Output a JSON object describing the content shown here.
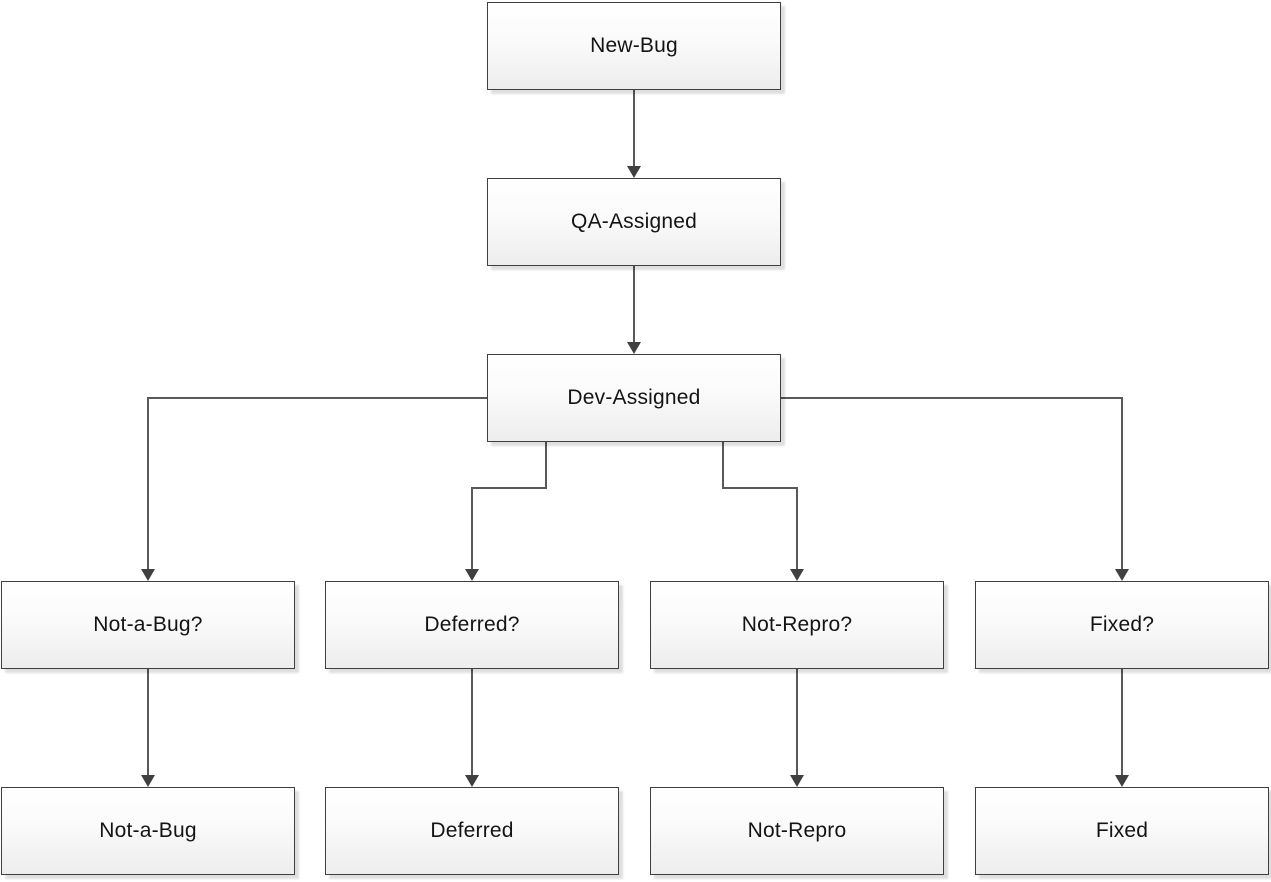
{
  "diagram": {
    "type": "flowchart",
    "background_color": "#ffffff",
    "nodes": [
      {
        "id": "new-bug",
        "label": "New-Bug"
      },
      {
        "id": "qa-assigned",
        "label": "QA-Assigned"
      },
      {
        "id": "dev-assigned",
        "label": "Dev-Assigned"
      },
      {
        "id": "not-a-bug-q",
        "label": "Not-a-Bug?"
      },
      {
        "id": "deferred-q",
        "label": "Deferred?"
      },
      {
        "id": "not-repro-q",
        "label": "Not-Repro?"
      },
      {
        "id": "fixed-q",
        "label": "Fixed?"
      },
      {
        "id": "not-a-bug",
        "label": "Not-a-Bug"
      },
      {
        "id": "deferred",
        "label": "Deferred"
      },
      {
        "id": "not-repro",
        "label": "Not-Repro"
      },
      {
        "id": "fixed",
        "label": "Fixed"
      }
    ],
    "edges": [
      {
        "from": "new-bug",
        "to": "qa-assigned"
      },
      {
        "from": "qa-assigned",
        "to": "dev-assigned"
      },
      {
        "from": "dev-assigned",
        "to": "not-a-bug-q"
      },
      {
        "from": "dev-assigned",
        "to": "deferred-q"
      },
      {
        "from": "dev-assigned",
        "to": "not-repro-q"
      },
      {
        "from": "dev-assigned",
        "to": "fixed-q"
      },
      {
        "from": "not-a-bug-q",
        "to": "not-a-bug"
      },
      {
        "from": "deferred-q",
        "to": "deferred"
      },
      {
        "from": "not-repro-q",
        "to": "not-repro"
      },
      {
        "from": "fixed-q",
        "to": "fixed"
      }
    ],
    "colors": {
      "node_border": "#3f3f3f",
      "node_fill_top": "#ffffff",
      "node_fill_bottom": "#ededed",
      "connector": "#595959",
      "arrowhead": "#404040",
      "text": "#141414"
    }
  }
}
